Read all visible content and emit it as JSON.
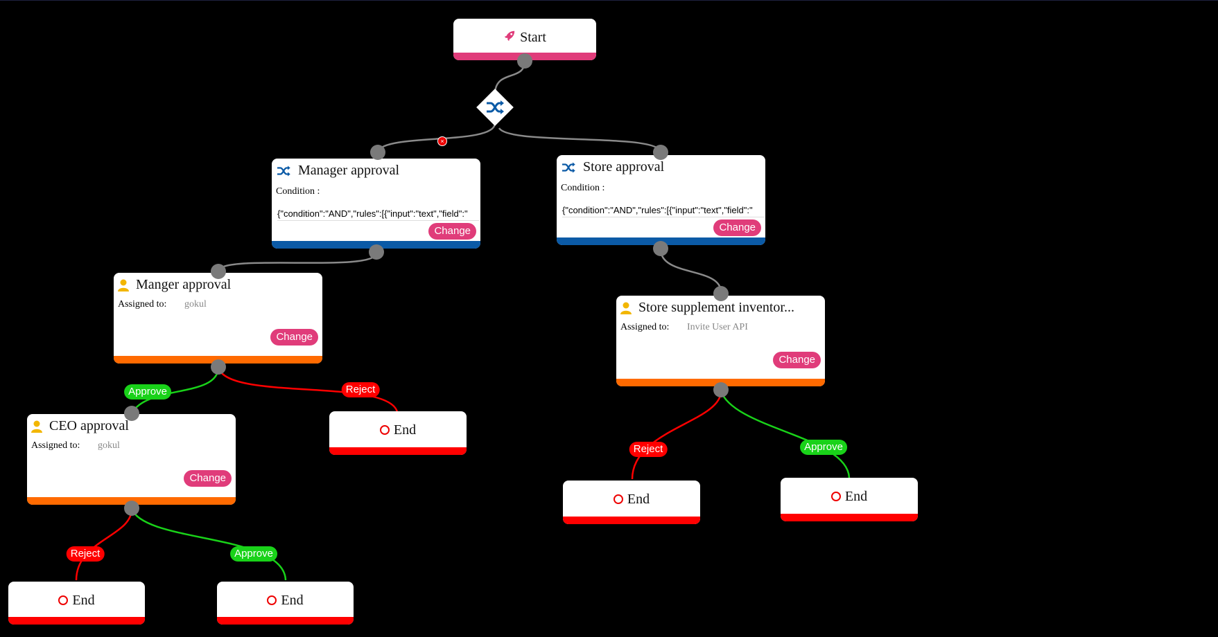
{
  "nodes": {
    "start": {
      "title": "Start",
      "icon": "rocket-icon"
    },
    "gateway": {
      "icon": "shuffle-icon"
    },
    "manager_condition": {
      "title": "Manager approval",
      "condition_label": "Condition :",
      "condition_value": "{\"condition\":\"AND\",\"rules\":[{\"input\":\"text\",\"field\":\"",
      "button": "Change"
    },
    "store_condition": {
      "title": "Store approval",
      "condition_label": "Condition :",
      "condition_value": "{\"condition\":\"AND\",\"rules\":[{\"input\":\"text\",\"field\":\"",
      "button": "Change"
    },
    "manger_task": {
      "title": "Manger approval",
      "assigned_label": "Assigned to:",
      "assignee": "gokul",
      "button": "Change"
    },
    "store_task": {
      "title": "Store supplement inventor...",
      "assigned_label": "Assigned to:",
      "assignee": "Invite User API",
      "button": "Change"
    },
    "ceo_task": {
      "title": "CEO approval",
      "assigned_label": "Assigned to:",
      "assignee": "gokul",
      "button": "Change"
    },
    "end_label": "End"
  },
  "edge_labels": {
    "approve": "Approve",
    "reject": "Reject"
  },
  "colors": {
    "start_bar": "#e03c7a",
    "condition_bar": "#0b5aa6",
    "task_bar": "#ff6a00",
    "end_bar": "#ff0000",
    "approve": "#19d219",
    "reject": "#ff0000",
    "wire": "#8a8a8a"
  }
}
